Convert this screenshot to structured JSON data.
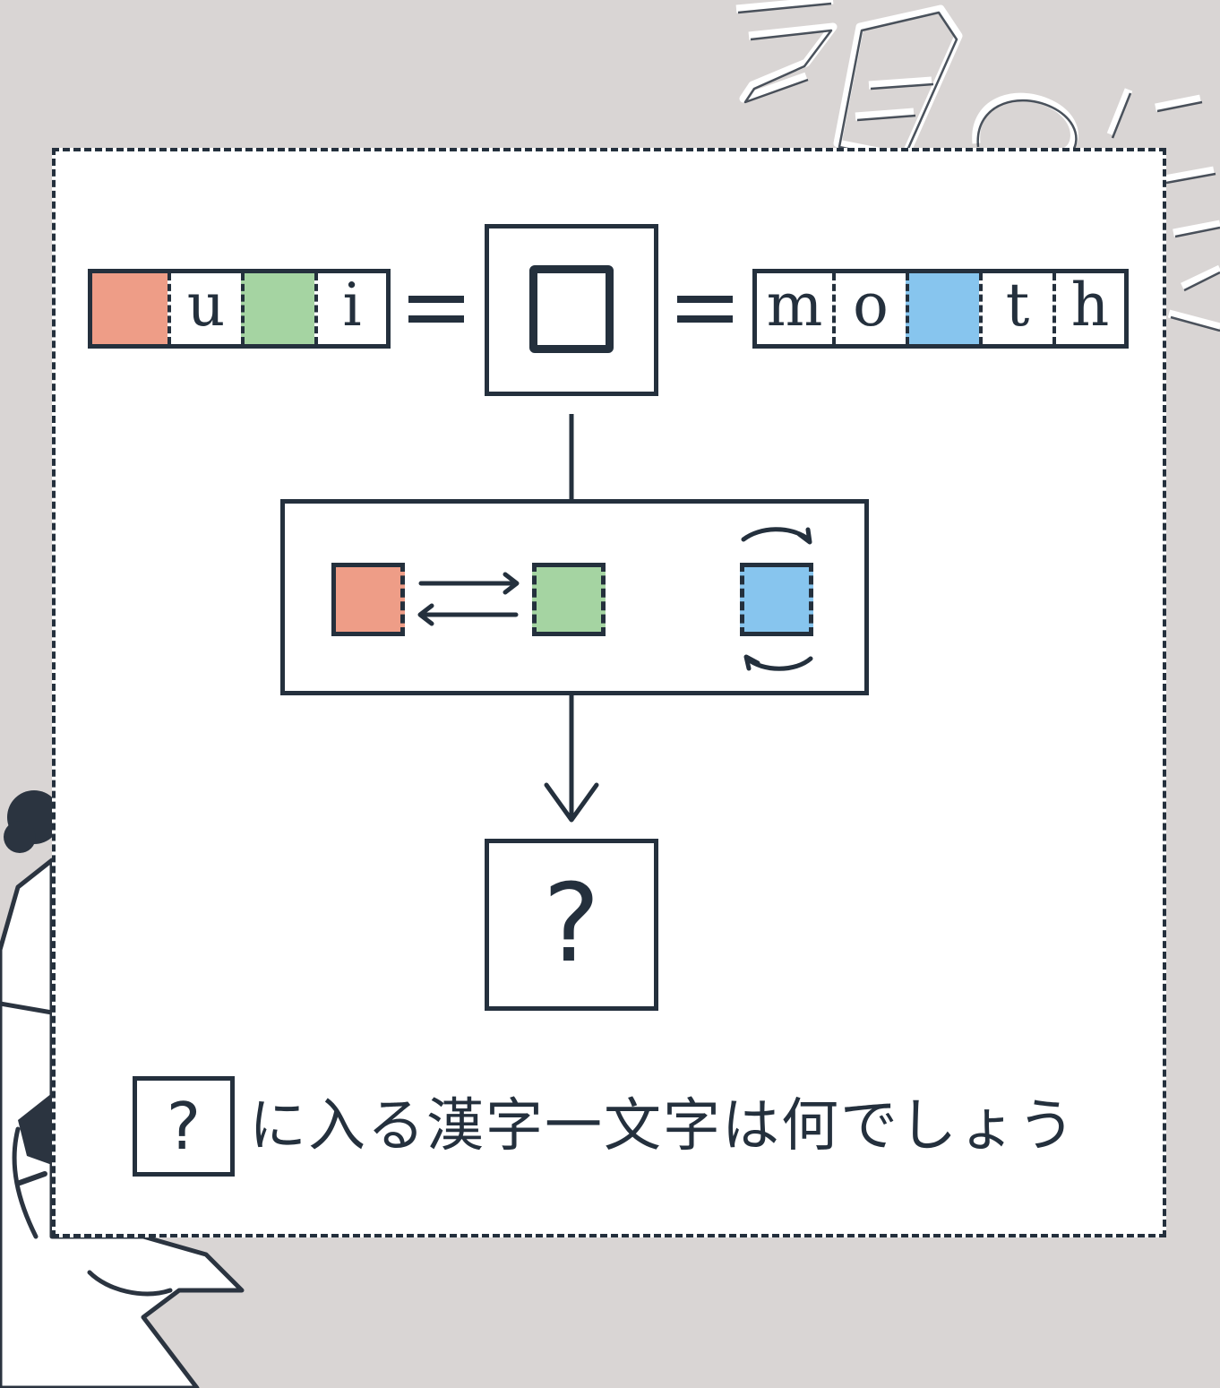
{
  "background": {
    "color": "#d9d5d4",
    "title_text": "今日の謎"
  },
  "colors": {
    "ink": "#24303d",
    "red": "#ee9d87",
    "green": "#a5d4a2",
    "blue": "#87c5ee",
    "card": "#ffffff"
  },
  "equation": {
    "left_word": [
      {
        "type": "color",
        "color": "red"
      },
      {
        "type": "letter",
        "char": "u"
      },
      {
        "type": "color",
        "color": "green"
      },
      {
        "type": "letter",
        "char": "i"
      }
    ],
    "equals_left": "=",
    "center_box": "□",
    "equals_right": "=",
    "right_word": [
      {
        "type": "letter",
        "char": "m"
      },
      {
        "type": "letter",
        "char": "o"
      },
      {
        "type": "color",
        "color": "blue"
      },
      {
        "type": "letter",
        "char": "t"
      },
      {
        "type": "letter",
        "char": "h"
      }
    ]
  },
  "hint": {
    "swap_pair": [
      "red",
      "green"
    ],
    "rotate": "blue",
    "icons": [
      "swap-arrows-icon",
      "rotate-arrows-icon"
    ]
  },
  "answer_box": {
    "symbol": "?"
  },
  "question": {
    "box_symbol": "?",
    "text": "に入る漢字一文字は何でしょう"
  }
}
